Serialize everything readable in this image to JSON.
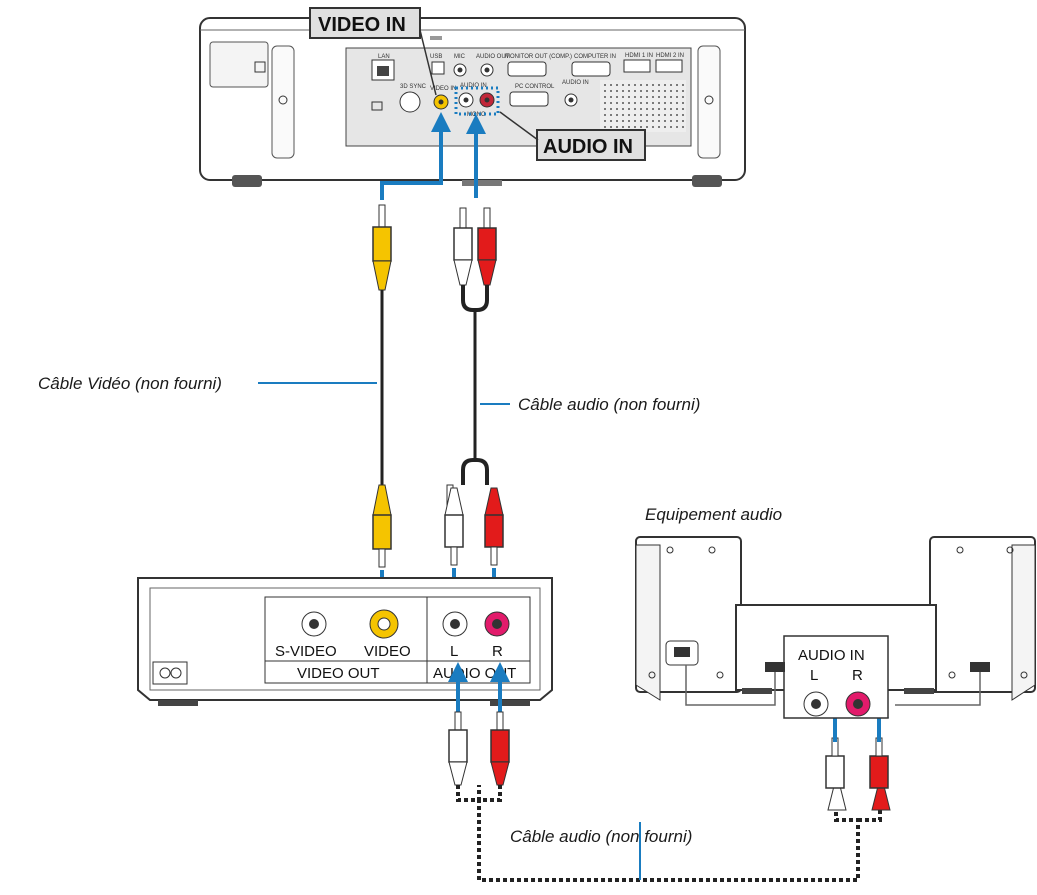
{
  "callouts": {
    "video_in": "VIDEO IN",
    "audio_in": "AUDIO IN"
  },
  "captions": {
    "video_cable": "Câble Vidéo (non fourni)",
    "audio_cable_top": "Câble audio (non fourni)",
    "audio_equipment": "Equipement audio",
    "audio_cable_bottom": "Câble audio (non fourni)"
  },
  "projector": {
    "ports": {
      "lan": "LAN",
      "usb": "USB",
      "mic": "MIC",
      "audio_out": "AUDIO OUT",
      "monitor_out": "MONITOR OUT (COMP.)",
      "computer_in": "COMPUTER IN",
      "hdmi1": "HDMI 1 IN",
      "hdmi2": "HDMI 2 IN",
      "sync_3d": "3D SYNC",
      "video_in": "VIDEO IN",
      "audio_in": "AUDIO IN",
      "mono": "MONO",
      "pc_control": "PC CONTROL",
      "audio_in_2": "AUDIO IN"
    }
  },
  "vcr": {
    "s_video": "S-VIDEO",
    "video": "VIDEO",
    "l": "L",
    "r": "R",
    "video_out": "VIDEO OUT",
    "audio_out": "AUDIO OUT"
  },
  "audio_equipment": {
    "audio_in": "AUDIO IN",
    "l": "L",
    "r": "R"
  },
  "colors": {
    "blue": "#1a7cc0",
    "yellow": "#f5c400",
    "red": "#e21b1b",
    "white_plug": "#ffffff",
    "panel_gray": "#e6e6e6"
  }
}
